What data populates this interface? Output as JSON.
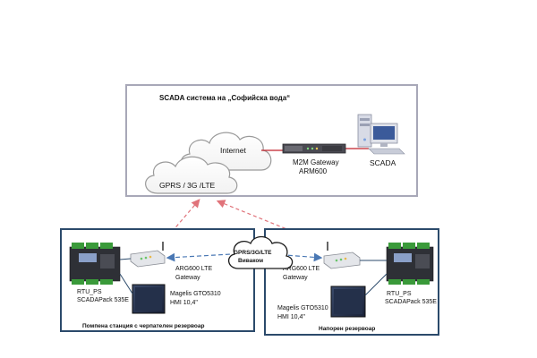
{
  "scada_box": {
    "title": "SCADA система на „Софийска вода“",
    "internet_label": "Internet",
    "gprs_label": "GPRS / 3G /LTE",
    "gateway_label_1": "M2M Gateway",
    "gateway_label_2": "ARM600",
    "scada_label": "SCADA"
  },
  "center_cloud": {
    "line1": "GPRS/3G/LTE",
    "line2": "Виваком"
  },
  "left_station": {
    "footer": "Помпена станция с черпателен резервоар",
    "rtu_line1": "RTU_PS",
    "rtu_line2": "SCADAPack 535E",
    "gateway_line1": "ARG600 LTE",
    "gateway_line2": "Gateway",
    "hmi_line1": "Magelis GTO5310",
    "hmi_line2": "HMI 10,4\""
  },
  "right_station": {
    "footer": "Напорен резервоар",
    "rtu_line1": "RTU_PS",
    "rtu_line2": "SCADAPack 535E",
    "gateway_line1": "ARG600 LTE",
    "gateway_line2": "Gateway",
    "hmi_line1": "Magelis GTO5310",
    "hmi_line2": "HMI 10,4\""
  },
  "colors": {
    "scada_border": "#a8a8b8",
    "station_border": "#2b4a6b",
    "dashed_red": "#e0737a",
    "dashed_blue": "#4a78b4",
    "cloud_stroke": "#9a9a9a",
    "rtu_green": "#3a9a3a"
  }
}
